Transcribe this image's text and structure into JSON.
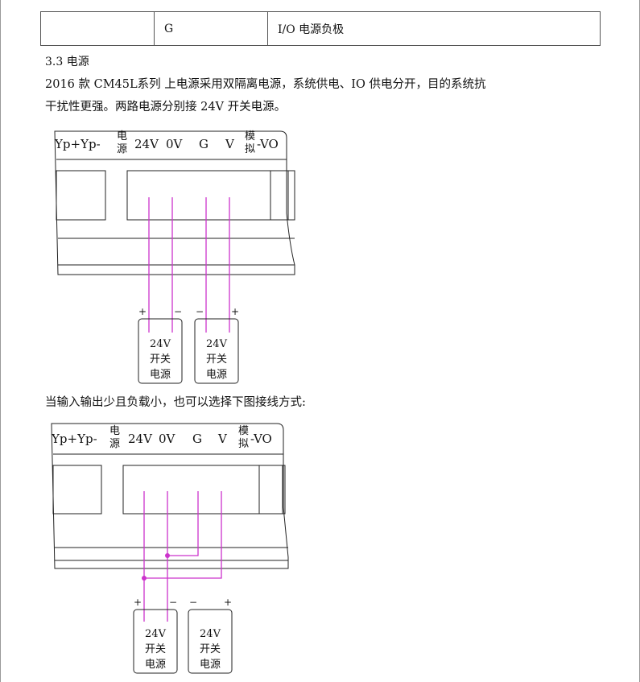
{
  "table": {
    "col1": "",
    "col2": "G",
    "col3": "I/O 电源负极"
  },
  "section": {
    "title": "3.3  电源",
    "para1_line1": "2016 款 CM45L系列 上电源采用双隔离电源，系统供电、IO 供电分开，目的系统抗",
    "para1_line2": "干扰性更强。两路电源分别接 24V 开关电源。",
    "para2": "当输入输出少且负载小，也可以选择下图接线方式:"
  },
  "terminal": {
    "yp": "Yp+Yp-",
    "power_top": "电",
    "power_bottom": "源",
    "v24": "24V",
    "v0": "0V",
    "g": "G",
    "v": "V",
    "analog_top": "模",
    "analog_bottom": "拟",
    "vo": "-VO"
  },
  "psu": {
    "line1": "24V",
    "line2": "开关",
    "line3": "电源",
    "plus": "+",
    "minus": "−"
  },
  "colors": {
    "wire": "#cc33cc",
    "line": "#222222"
  }
}
